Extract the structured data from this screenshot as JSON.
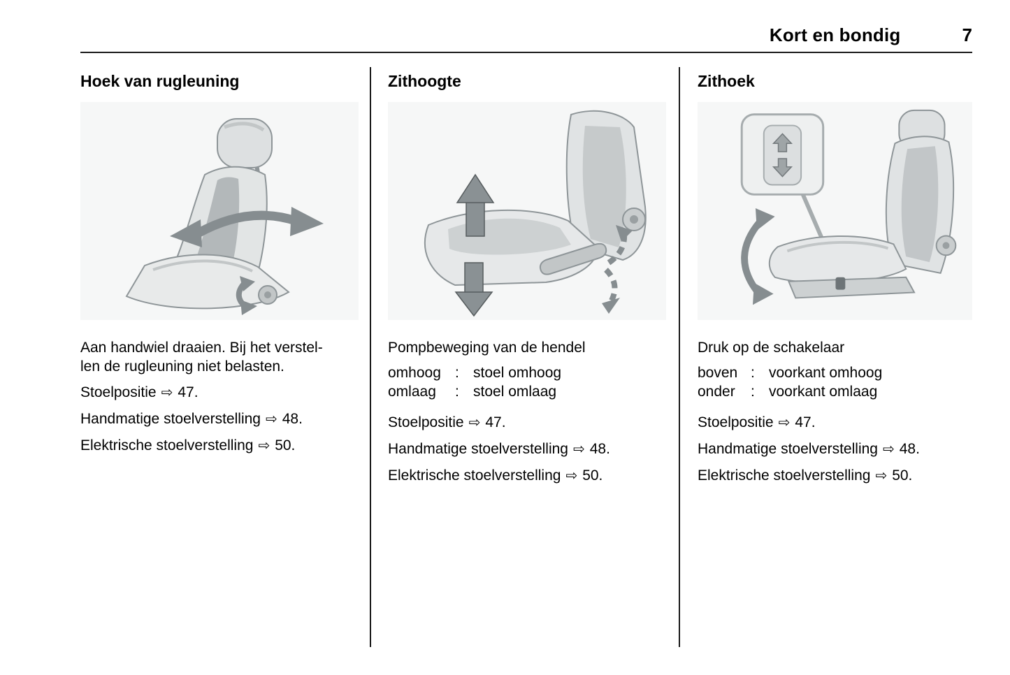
{
  "glyphs": {
    "ref_arrow": "⇨"
  },
  "header": {
    "title": "Kort en bondig",
    "page_number": "7"
  },
  "columns": [
    {
      "heading": "Hoek van rugleuning",
      "illustration": "seat-backrest-recline-illustration",
      "description_lines": [
        "Aan handwiel draaien. Bij het verstel-",
        "len de rugleuning niet belasten."
      ],
      "refs": [
        {
          "label": "Stoelpositie",
          "page": "47."
        },
        {
          "label": "Handmatige stoelverstelling",
          "page": "48."
        },
        {
          "label": "Elektrische stoelverstelling",
          "page": "50."
        }
      ]
    },
    {
      "heading": "Zithoogte",
      "illustration": "seat-height-pump-lever-illustration",
      "lead": "Pompbeweging van de hendel",
      "definitions": [
        {
          "term": "omhoog",
          "colon": ":",
          "definition": "stoel omhoog"
        },
        {
          "term": "omlaag",
          "colon": ":",
          "definition": "stoel omlaag"
        }
      ],
      "refs": [
        {
          "label": "Stoelpositie",
          "page": "47."
        },
        {
          "label": "Handmatige stoelverstelling",
          "page": "48."
        },
        {
          "label": "Elektrische stoelverstelling",
          "page": "50."
        }
      ]
    },
    {
      "heading": "Zithoek",
      "illustration": "seat-tilt-switch-illustration",
      "lead": "Druk op de schakelaar",
      "definitions": [
        {
          "term": "boven",
          "colon": ":",
          "definition": "voorkant omhoog"
        },
        {
          "term": "onder",
          "colon": ":",
          "definition": "voorkant omlaag"
        }
      ],
      "refs": [
        {
          "label": "Stoelpositie",
          "page": "47."
        },
        {
          "label": "Handmatige stoelverstelling",
          "page": "48."
        },
        {
          "label": "Elektrische stoelverstelling",
          "page": "50."
        }
      ]
    }
  ]
}
